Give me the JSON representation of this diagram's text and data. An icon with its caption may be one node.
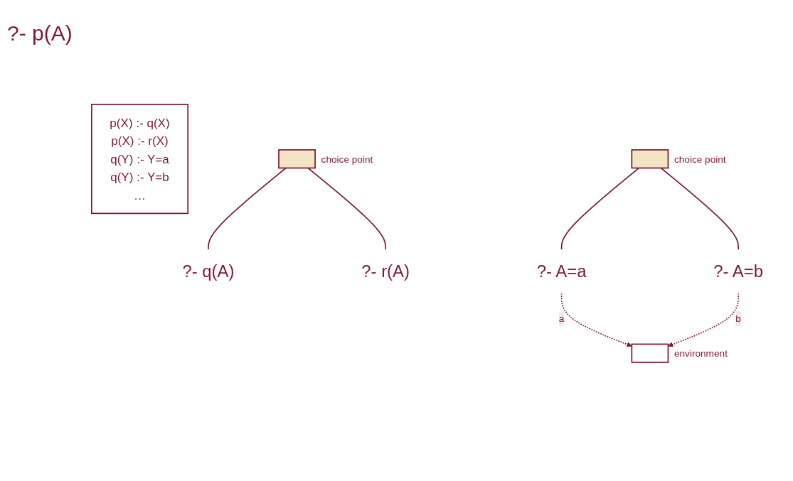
{
  "diagram": {
    "nodes": [
      {
        "text": [
          "p(X) :- q(X)",
          "p(X) :- r(X)",
          "q(Y) :- Y=a",
          "q(Y) :- Y=b",
          "…"
        ]
      },
      {
        "text": [],
        "shape": "box",
        "beside": [
          "environment"
        ]
      },
      {
        "text": [],
        "shape": "box",
        "beside": [
          "choice point"
        ]
      },
      {
        "text": [
          "?- q(A)"
        ]
      },
      {
        "text": [
          "?- r(A)"
        ]
      },
      {
        "text": [],
        "shape": "box",
        "beside": [
          "choice point"
        ]
      },
      {
        "text": [
          "?- A=a"
        ]
      },
      {
        "text": [
          "?- A=b"
        ]
      }
    ],
    "edges": [
      {
        "from": 2,
        "to": 3,
        "arrow": "none"
      },
      {
        "from": 2,
        "to": 4,
        "arrow": "none"
      },
      {
        "from": 5,
        "to": 6,
        "arrow": "none"
      },
      {
        "from": 5,
        "to": 7,
        "arrow": "none"
      },
      {
        "from": 6,
        "to": 1,
        "arrow": "to",
        "label": "a",
        "style": "dashed"
      },
      {
        "from": 7,
        "to": 1,
        "arrow": "to",
        "label": "b",
        "style": "dashed"
      }
    ],
    "labels": [
      "?- p(A)"
    ]
  }
}
